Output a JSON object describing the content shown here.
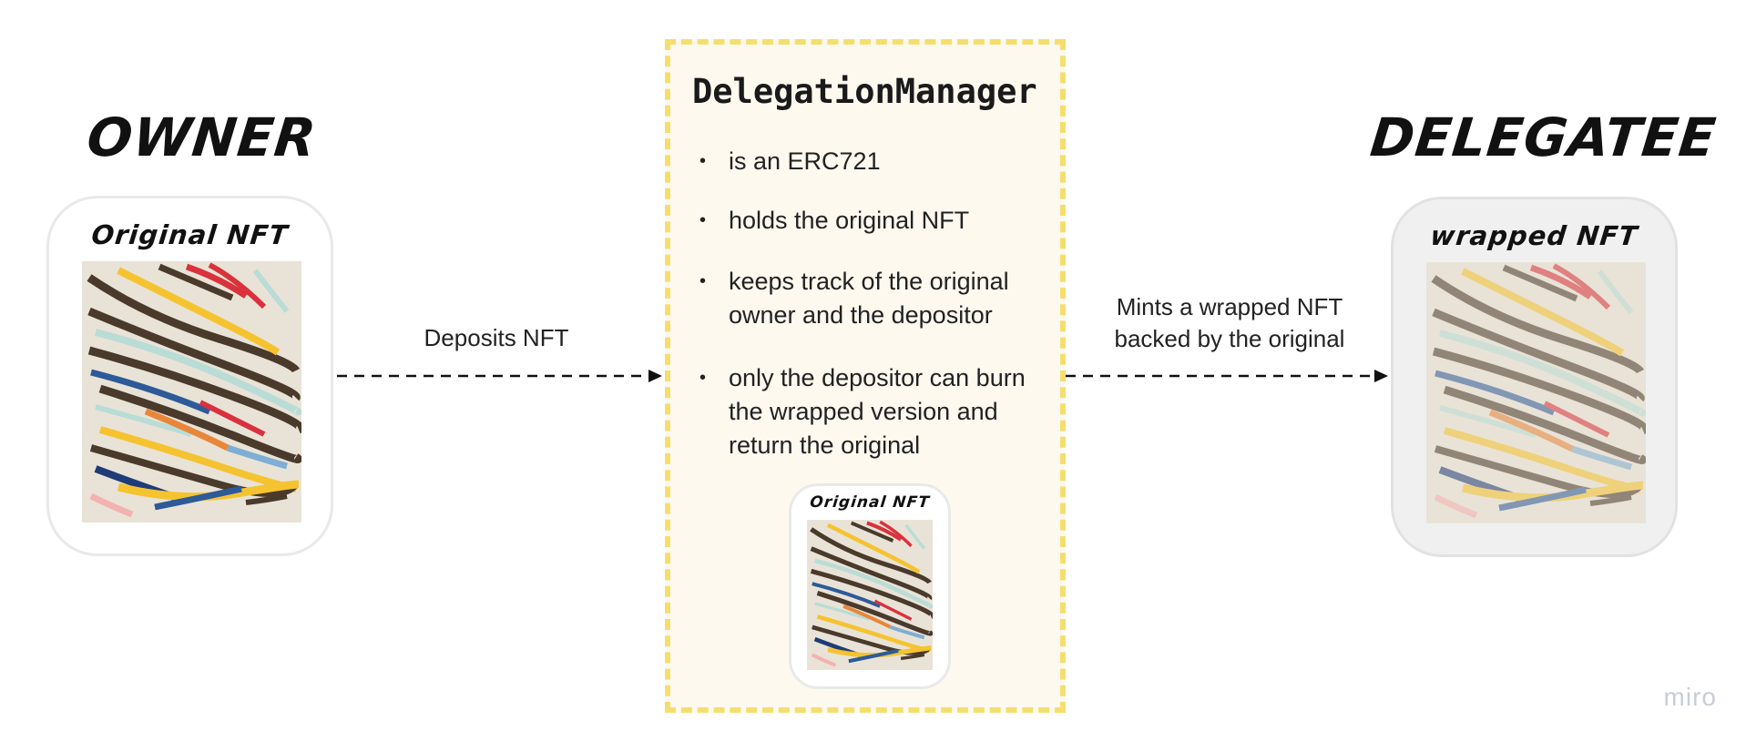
{
  "owner": {
    "title": "OWNER",
    "card_label": "Original NFT"
  },
  "delegation_manager": {
    "title": "DelegationManager",
    "bullets": [
      "is an ERC721",
      "holds the original NFT",
      "keeps track of the original owner and the depositor",
      "only the depositor can burn the wrapped version and return the original"
    ],
    "held_card_label": "Original NFT"
  },
  "delegatee": {
    "title": "DELEGATEE",
    "card_label": "wrapped NFT"
  },
  "edges": {
    "deposit": {
      "label": "Deposits NFT"
    },
    "mint": {
      "line1": "Mints a wrapped NFT",
      "line2": "backed by the original"
    }
  },
  "brand": "miro",
  "colors": {
    "manager_fill": "#fdf9ef",
    "manager_border": "#f6de6e",
    "card_border": "#e9e9e9",
    "wrapped_card_fill": "#f0f0f0",
    "artwork_background": "#e9e3d7",
    "arrow": "#111111"
  },
  "icons": {
    "nft_artwork": "abstract-stripes-artwork",
    "arrow_head": "arrowhead"
  }
}
